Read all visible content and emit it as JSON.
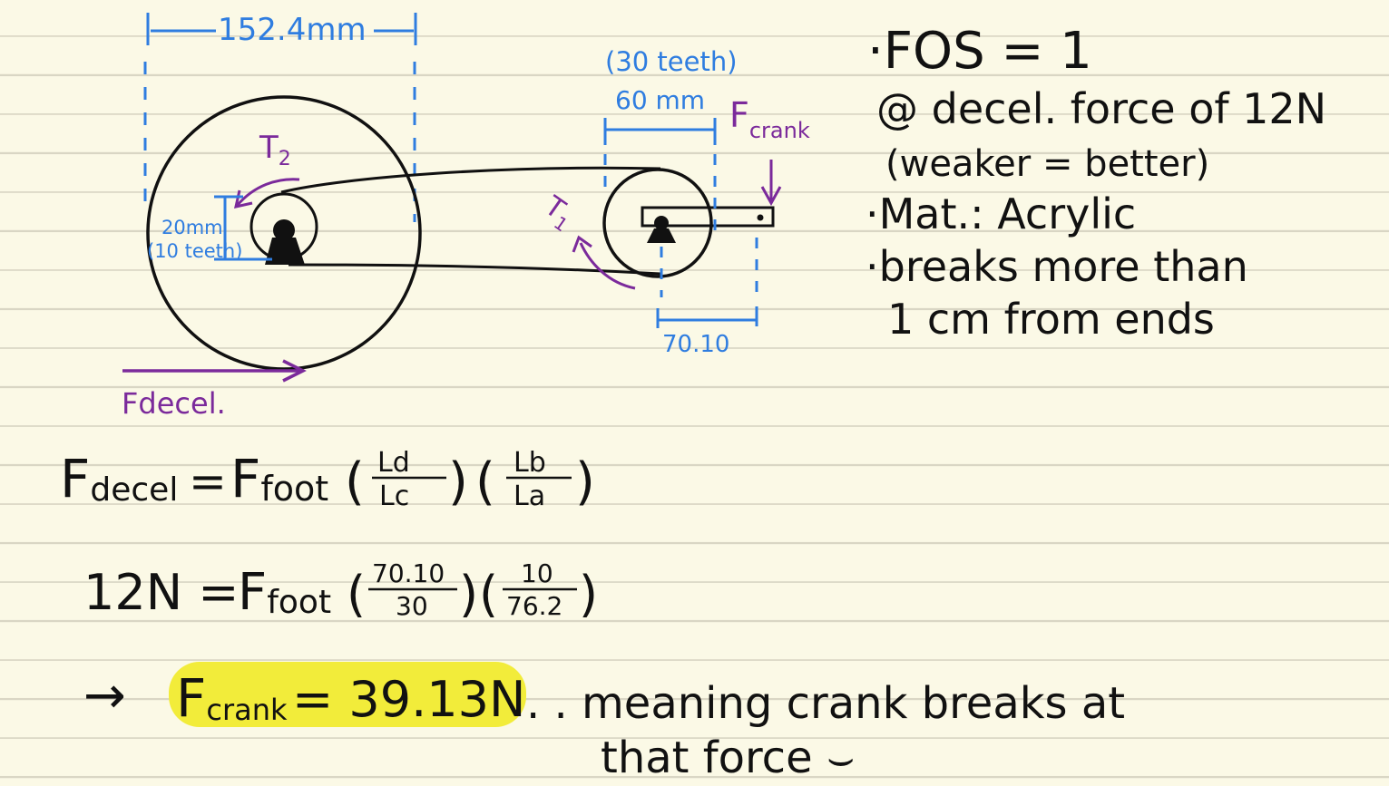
{
  "colors": {
    "ink": "#111111",
    "blue": "#2f7de0",
    "purple": "#7b2a9b",
    "highlight": "#f2ec3a",
    "paper": "#fbf9e6"
  },
  "diagram": {
    "dim_top": "152.4mm",
    "teeth_small_front": "(30 teeth)",
    "dim_60": "60 mm",
    "f_crank_label": "F",
    "f_crank_sub": "crank",
    "t2_label": "T",
    "t2_sub": "2",
    "t1_label": "T",
    "t1_sub": "1",
    "dim_20": "20mm",
    "teeth_10": "(10 teeth)",
    "dim_70": "70.10",
    "f_decel_label": "Fdecel."
  },
  "notes": {
    "line1": "·FOS = 1",
    "line2": "@ decel. force of 12N",
    "line3": "(weaker = better)",
    "line4": "·Mat.: Acrylic",
    "line5": "·breaks more than",
    "line6": "1 cm from ends"
  },
  "equations": {
    "eq1_lhs": "F",
    "eq1_lhs_sub": "decel",
    "eq1_eq": "=",
    "eq1_ffoot": "F",
    "eq1_ffoot_sub": "foot",
    "eq1_f1_num": "Ld",
    "eq1_f1_den": "Lc",
    "eq1_f2_num": "Lb",
    "eq1_f2_den": "La",
    "eq2_lhs": "12N =",
    "eq2_ffoot": "F",
    "eq2_ffoot_sub": "foot",
    "eq2_f1_num": "70.10",
    "eq2_f1_den": "30",
    "eq2_f2_num": "10",
    "eq2_f2_den": "76.2",
    "arrow": "→",
    "result_f": "F",
    "result_sub": "crank",
    "result_val": "= 39.13N",
    "result_tail": ". . meaning crank breaks at",
    "result_tail2": "that force ⌣"
  }
}
